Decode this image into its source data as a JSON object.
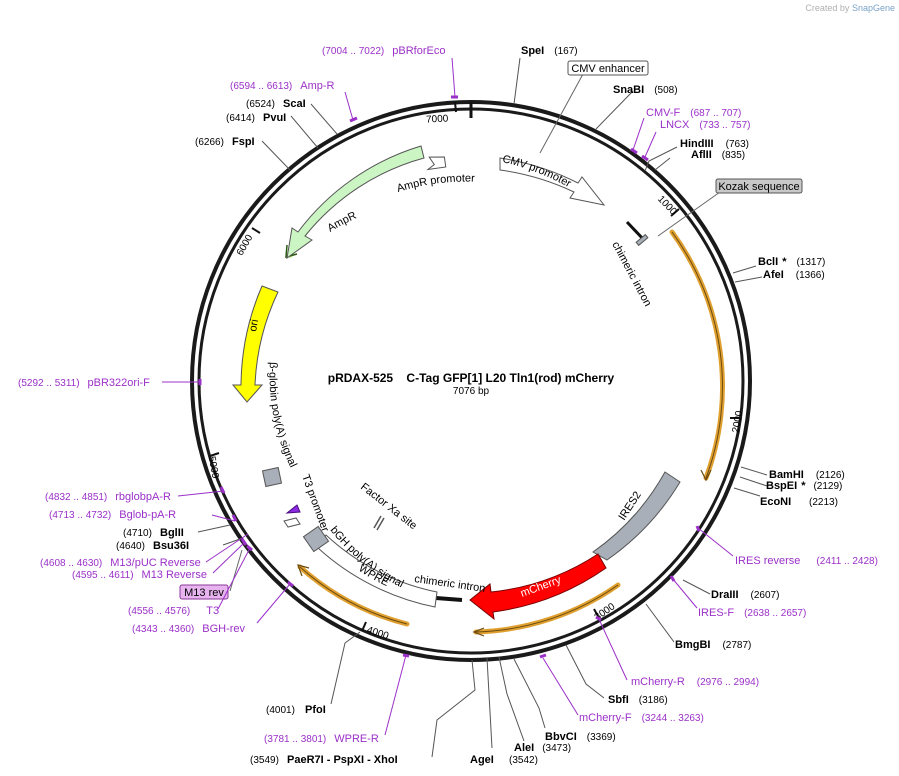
{
  "credit": {
    "prefix": "Created by",
    "brand": "SnapGene"
  },
  "plasmid": {
    "name": "pRDAX-525    C-Tag GFP[1] L20 Tln1(rod) mCherry",
    "size": "7076 bp"
  },
  "colors": {
    "feature_purple": "#9b30c8",
    "site_black": "#111111",
    "ori": "#ffff00",
    "ampr": "#ccf5c4",
    "mcherry": "#ff0000",
    "ires": "#a8afb8",
    "orf_outline": "#e0a030"
  },
  "ticks": [
    "1000",
    "2000",
    "3000",
    "4000",
    "5000",
    "6000",
    "7000"
  ],
  "sites": [
    {
      "name": "SpeI",
      "pos": "(167)",
      "flag": ""
    },
    {
      "name": "SnaBI",
      "pos": "(508)",
      "flag": ""
    },
    {
      "name": "HindIII",
      "pos": "(763)",
      "flag": ""
    },
    {
      "name": "AflII",
      "pos": "(835)",
      "flag": ""
    },
    {
      "name": "BclI",
      "pos": "(1317)",
      "flag": "*"
    },
    {
      "name": "AfeI",
      "pos": "(1366)",
      "flag": ""
    },
    {
      "name": "BamHI",
      "pos": "(2126)",
      "flag": ""
    },
    {
      "name": "BspEI",
      "pos": "(2129)",
      "flag": "*"
    },
    {
      "name": "EcoNI",
      "pos": "(2213)",
      "flag": ""
    },
    {
      "name": "DraIII",
      "pos": "(2607)",
      "flag": ""
    },
    {
      "name": "BmgBI",
      "pos": "(2787)",
      "flag": ""
    },
    {
      "name": "SbfI",
      "pos": "(3186)",
      "flag": ""
    },
    {
      "name": "BbvCI",
      "pos": "(3369)",
      "flag": ""
    },
    {
      "name": "AleI",
      "pos": "(3473)",
      "flag": ""
    },
    {
      "name": "AgeI",
      "pos": "(3542)",
      "flag": ""
    },
    {
      "name": "PaeR7I - PspXI - XhoI",
      "pos": "(3549)",
      "flag": ""
    },
    {
      "name": "PfoI",
      "pos": "(4001)",
      "flag": ""
    },
    {
      "name": "Bsu36I",
      "pos": "(4640)",
      "flag": ""
    },
    {
      "name": "BglII",
      "pos": "(4710)",
      "flag": ""
    },
    {
      "name": "FspI",
      "pos": "(6266)",
      "flag": ""
    },
    {
      "name": "PvuI",
      "pos": "(6414)",
      "flag": ""
    },
    {
      "name": "ScaI",
      "pos": "(6524)",
      "flag": ""
    }
  ],
  "primers": [
    {
      "name": "pBRforEco",
      "range": "(7004 .. 7022)"
    },
    {
      "name": "Amp-R",
      "range": "(6594 .. 6613)"
    },
    {
      "name": "CMV-F",
      "range": "(687 .. 707)"
    },
    {
      "name": "LNCX",
      "range": "(733 .. 757)"
    },
    {
      "name": "IRES reverse",
      "range": "(2411 .. 2428)"
    },
    {
      "name": "IRES-F",
      "range": "(2638 .. 2657)"
    },
    {
      "name": "mCherry-R",
      "range": "(2976 .. 2994)"
    },
    {
      "name": "mCherry-F",
      "range": "(3244 .. 3263)"
    },
    {
      "name": "WPRE-R",
      "range": "(3781 .. 3801)"
    },
    {
      "name": "BGH-rev",
      "range": "(4343 .. 4360)"
    },
    {
      "name": "T3",
      "range": "(4556 .. 4576)"
    },
    {
      "name": "M13 Reverse",
      "range": "(4595 .. 4611)"
    },
    {
      "name": "M13/pUC Reverse",
      "range": "(4608 .. 4630)"
    },
    {
      "name": "Bglob-pA-R",
      "range": "(4713 .. 4732)"
    },
    {
      "name": "rbglobpA-R",
      "range": "(4832 .. 4851)"
    },
    {
      "name": "pBR322ori-F",
      "range": "(5292 .. 5311)"
    }
  ],
  "boxed": {
    "cmv_enhancer": "CMV enhancer",
    "kozak": "Kozak sequence",
    "m13_rev": "M13 rev"
  },
  "features": {
    "cmv_promoter": "CMV promoter",
    "chimeric_intron_1": "chimeric intron",
    "ires2": "IRES2",
    "mcherry": "mCherry",
    "chimeric_intron_2": "chimeric intron",
    "wpre": "WPRE",
    "bgh": "bGH poly(A) signal",
    "factor_xa": "Factor Xa site",
    "t3_promoter": "T3 promoter",
    "bglobin": "β-globin poly(A) signal",
    "ori": "ori",
    "ampr": "AmpR",
    "ampr_promoter": "AmpR promoter"
  }
}
